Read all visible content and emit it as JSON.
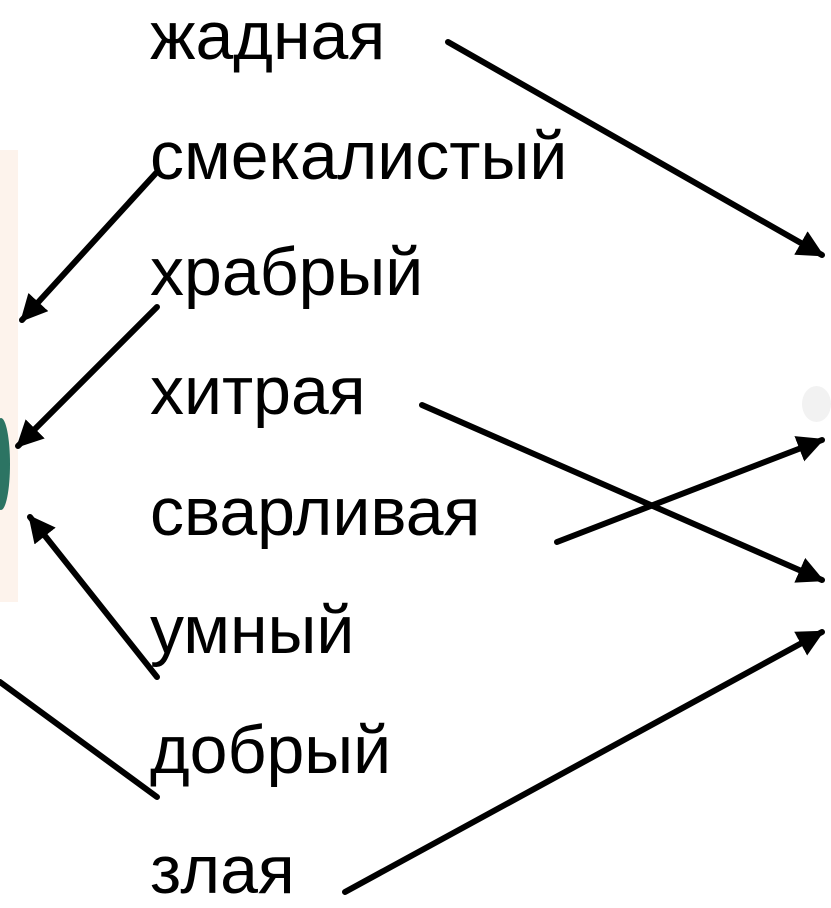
{
  "words": [
    "жадная",
    "смекалистый",
    "храбрый",
    "хитрая",
    "сварливая",
    "умный",
    "добрый",
    "злая"
  ],
  "colors": {
    "text": "#000000",
    "arrow": "#000000",
    "left_image_bg": "#fdf3ec",
    "left_image_figure": "#2c7463"
  }
}
